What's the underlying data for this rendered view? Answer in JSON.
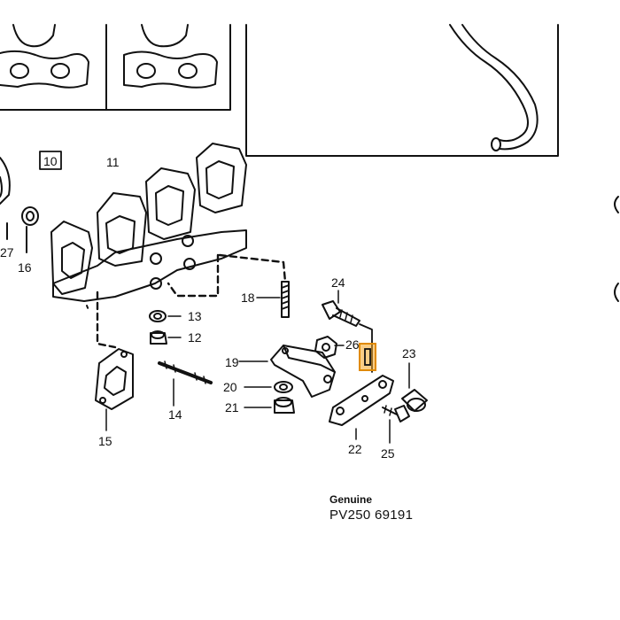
{
  "diagram": {
    "box_label": "10",
    "part_labels": [
      "11",
      "27",
      "16",
      "18",
      "13",
      "12",
      "19",
      "20",
      "21",
      "14",
      "15",
      "24",
      "26",
      "23",
      "22",
      "25"
    ],
    "highlight_color": "#f5a623"
  },
  "caption": {
    "genuine": "Genuine",
    "code": "PV250 69191"
  }
}
